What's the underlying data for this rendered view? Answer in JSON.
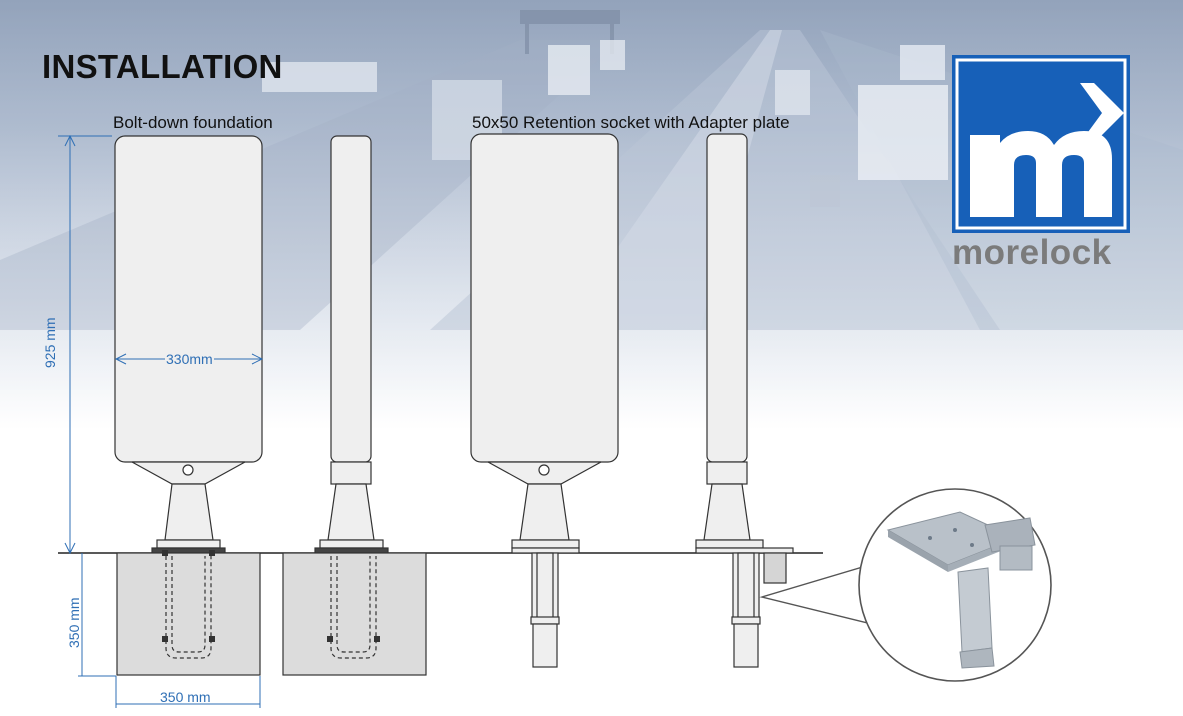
{
  "title": "INSTALLATION",
  "captions": {
    "bolt_down": "Bolt-down foundation",
    "retention": "50x50 Retention socket with Adapter plate"
  },
  "dimensions": {
    "height": "925 mm",
    "width_panel": "330mm",
    "depth": "350 mm",
    "foundation_width": "350 mm"
  },
  "brand": {
    "name": "morelock",
    "letter": "m",
    "primary_color": "#1760b8",
    "text_color": "#7b7b7b"
  },
  "colors": {
    "dimension_line": "#2f6fb5",
    "panel_fill": "#efefef",
    "foundation_fill": "#dcdcdc"
  },
  "icons": [
    "morelock-logo-icon",
    "highway-background-image",
    "socket-detail-image"
  ]
}
